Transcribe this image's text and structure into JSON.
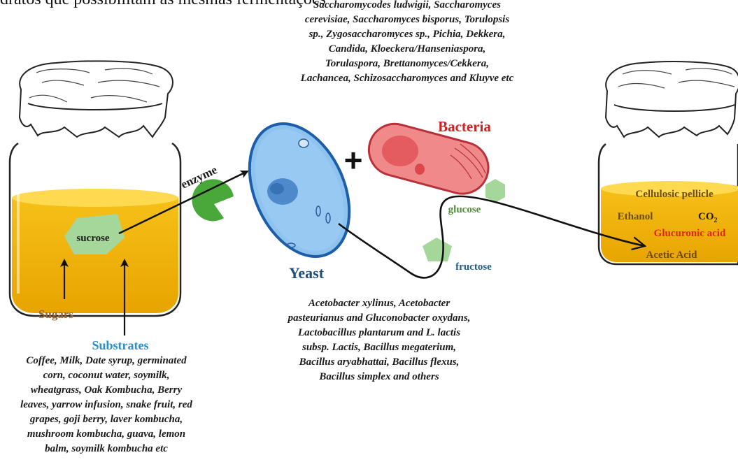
{
  "top_caption": "dratos que possibilitam as mesmas fermentações",
  "yeast_species_lines": [
    "Saccharomycodes ludwigii, Saccharomyces",
    "cerevisiae, Saccharomyces bisporus, Torulopsis",
    "sp., Zygosaccharomyces sp., Pichia, Dekkera,",
    "Candida, Kloeckera/Hanseniaspora,",
    "Torulaspora, Brettanomyces/Cekkera,",
    "Lachancea, Schizosaccharomyces and Kluyve etc"
  ],
  "bacteria_species_lines": [
    "Acetobacter xylinus, Acetobacter",
    "pasteurianus and Gluconobacter oxydans,",
    "Lactobacillus plantarum and L. lactis",
    "subsp. Lactis, Bacillus megaterium,",
    "Bacillus aryabhattai, Bacillus flexus,",
    "Bacillus simplex and others"
  ],
  "substrate_list_lines": [
    "Coffee, Milk, Date syrup, germinated",
    "corn, coconut water, soymilk,",
    "wheatgrass, Oak Kombucha, Berry",
    "leaves, yarrow infusion, snake fruit, red",
    "grapes, goji berry, laver kombucha,",
    "mushroom kombucha, guava, lemon",
    "balm, soymilk kombucha etc"
  ],
  "labels": {
    "sucrose": "sucrose",
    "enzyme": "enzyme",
    "plus": "+",
    "bacteria": "Bacteria",
    "yeast": "Yeast",
    "glucose": "glucose",
    "fructose": "fructose",
    "sugars": "Sugars",
    "substrates": "Substrates",
    "cellulosic_pellicle": "Cellulosic pellicle",
    "ethanol": "Ethanol",
    "co2": "CO",
    "co2_sub": "2",
    "glucuronic_acid": "Glucuronic acid",
    "acetic_acid": "Acetic Acid"
  },
  "colors": {
    "liquid": "#f2b000",
    "liquid_top": "#ffd84a",
    "green_shape": "#a6d79a",
    "pacman": "#4aa83a",
    "yeast_fill": "#8fc3ef",
    "yeast_stroke": "#1c5ea8",
    "bacteria_fill": "#f08a8a",
    "bacteria_stroke": "#b8313a",
    "bacteria_label": "#cc2222",
    "sugars_label": "#9a6434",
    "substrates_label": "#2a8fc8",
    "glucose_label": "#4c8f36",
    "fructose_label": "#1f5d8a",
    "yeast_label": "#1f4e7a",
    "glucuronic_label": "#e0241c"
  }
}
